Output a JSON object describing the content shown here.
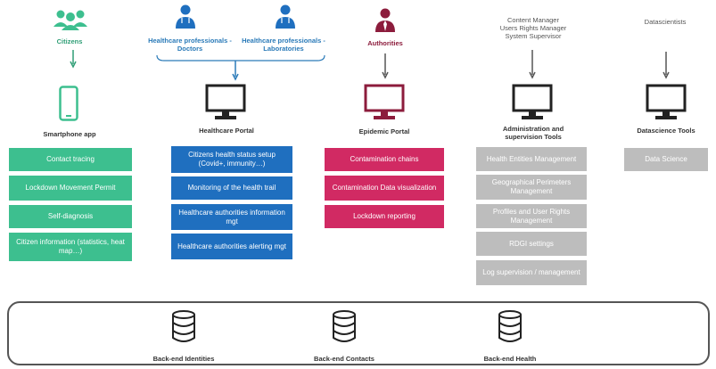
{
  "roles": {
    "citizens": "Citizens",
    "doctors": "Healthcare professionals - Doctors",
    "labs": "Healthcare professionals - Laboratories",
    "authorities": "Authorities",
    "admins": [
      "Content Manager",
      "Users Rights Manager",
      "System Supervisor"
    ],
    "datascientists": "Datascientists"
  },
  "portals": {
    "smartphone": "Smartphone app",
    "healthcare": "Healthcare Portal",
    "epidemic": "Epidemic Portal",
    "admin": "Administration and supervision Tools",
    "datascience": "Datascience Tools"
  },
  "boxes": {
    "green": [
      "Contact tracing",
      "Lockdown Movement Permit",
      "Self-diagnosis",
      "Citizen information (statistics, heat map…)"
    ],
    "blue": [
      "Citizens health status setup (Covid+, immunity…)",
      "Monitoring of the health trail",
      "Healthcare authorities information mgt",
      "Healthcare authorities alerting mgt"
    ],
    "red": [
      "Contamination chains",
      "Contamination Data visualization",
      "Lockdown reporting"
    ],
    "gray": [
      "Health Entities Management",
      "Geographical Perimeters Management",
      "Profiles and User Rights Management",
      "RDGI settings",
      "Log supervision / management"
    ],
    "datascience": [
      "Data Science"
    ]
  },
  "backends": [
    "Back-end Identities",
    "Back-end Contacts",
    "Back-end Health"
  ],
  "colors": {
    "green": "#3dbf8f",
    "blue": "#1f6fbf",
    "red": "#d12a63",
    "gray": "#bdbdbd",
    "authority": "#8c1c3c"
  }
}
